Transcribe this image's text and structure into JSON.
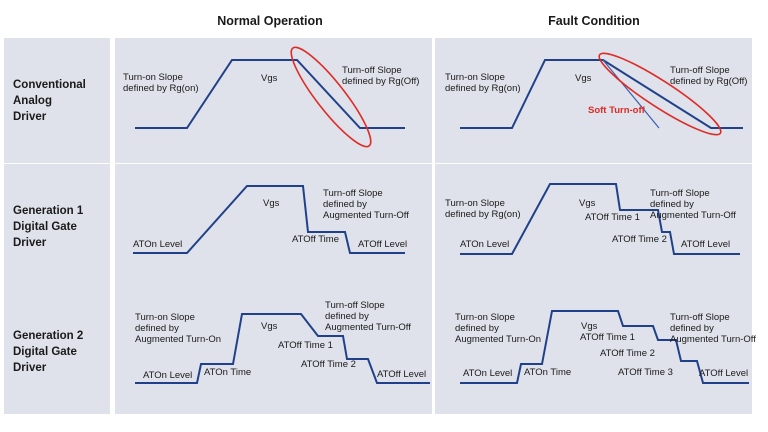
{
  "headers": {
    "normal": "Normal Operation",
    "fault": "Fault Condition"
  },
  "rows": [
    {
      "label": "Conventional\nAnalog\nDriver"
    },
    {
      "label": "Generation 1\nDigital Gate\nDriver"
    },
    {
      "label": "Generation 2\nDigital Gate\nDriver"
    }
  ],
  "panels": {
    "conv_normal": {
      "turn_on": "Turn-on Slope\ndefined by Rg(on)",
      "vgs": "Vgs",
      "turn_off": "Turn-off Slope\ndefined by Rg(Off)"
    },
    "conv_fault": {
      "turn_on": "Turn-on Slope\ndefined by Rg(on)",
      "vgs": "Vgs",
      "turn_off": "Turn-off Slope\ndefined by Rg(Off)",
      "soft": "Soft Turn-off"
    },
    "g1_normal": {
      "vgs": "Vgs",
      "turn_off": "Turn-off Slope\ndefined by\nAugmented Turn-Off",
      "atoff_time": "ATOff Time",
      "aton_level": "ATOn Level",
      "atoff_level": "ATOff Level"
    },
    "g1_fault": {
      "turn_on": "Turn-on Slope\ndefined by Rg(on)",
      "vgs": "Vgs",
      "turn_off": "Turn-off Slope\ndefined by\nAugmented Turn-Off",
      "atoff_time1": "ATOff Time 1",
      "atoff_time2": "ATOff Time 2",
      "aton_level": "ATOn Level",
      "atoff_level": "ATOff Level"
    },
    "g2_normal": {
      "turn_on": "Turn-on Slope\ndefined by\nAugmented Turn-On",
      "vgs": "Vgs",
      "turn_off": "Turn-off Slope\ndefined by\nAugmented Turn-Off",
      "atoff_time1": "ATOff Time 1",
      "atoff_time2": "ATOff Time 2",
      "aton_level": "ATOn Level",
      "aton_time": "ATOn Time",
      "atoff_level": "ATOff Level"
    },
    "g2_fault": {
      "turn_on": "Turn-on Slope\ndefined by\nAugmented Turn-On",
      "vgs": "Vgs",
      "atoff_time1": "ATOff Time 1",
      "turn_off": "Turn-off Slope\ndefined by\nAugmented Turn-Off",
      "atoff_time2": "ATOff Time 2",
      "atoff_time3": "ATOff Time 3",
      "aton_level": "ATOn Level",
      "aton_time": "ATOn Time",
      "atoff_level": "ATOff Level"
    }
  },
  "colors": {
    "panel_bg": "#dfe2ea",
    "waveform": "#20418a",
    "highlight": "#e02a25"
  }
}
